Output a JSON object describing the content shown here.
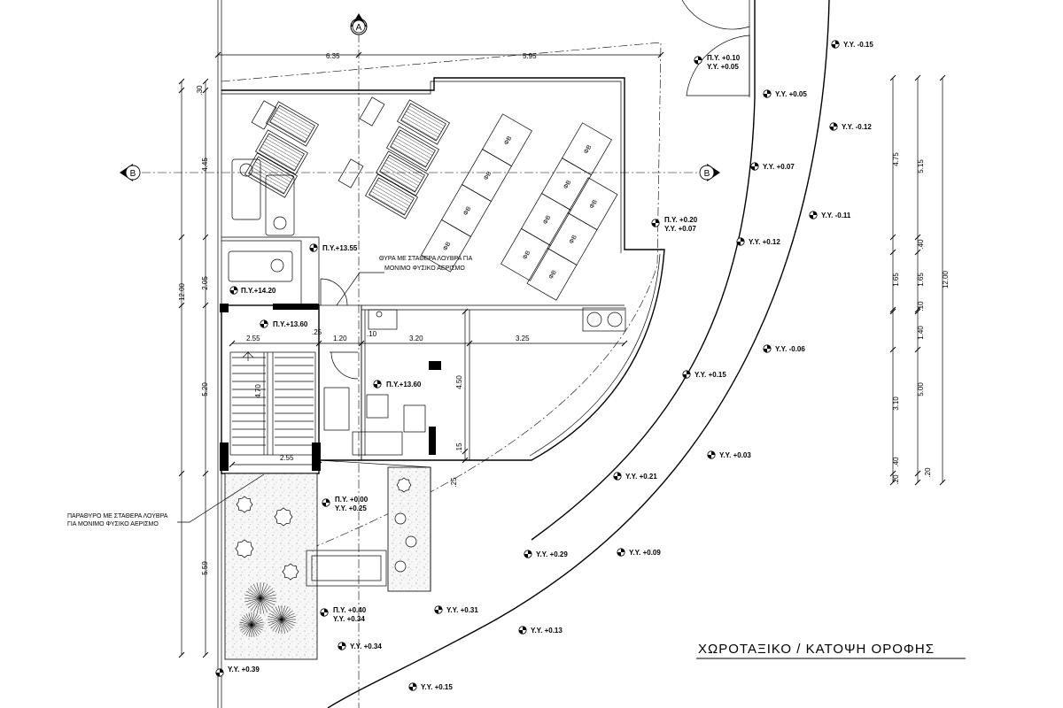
{
  "title": "ΧΩΡΟΤΑΞΙΚΟ / ΚΑΤΟΨΗ  ΟΡΟΦΗΣ",
  "section_markers": {
    "a": "A",
    "b_left": "B",
    "b_right": "B"
  },
  "notes": {
    "door_1": "ΘΥΡΑ ΜΕ ΣΤΑΘΕΡΑ ΛΟΥΒΡΑ ΓΙΑ",
    "door_2": "ΜΟΝΙΜΟ ΦΥΣΙΚΟ ΑΕΡΙΣΜΟ",
    "window_1": "ΠΑΡΑΘΥΡΟ ΜΕ ΣΤΑΘΕΡΑ ΛΟΥΒΡΑ",
    "window_2": "ΓΙΑ ΜΟΝΙΜΟ ΦΥΣΙΚΟ ΑΕΡΙΣΜΟ"
  },
  "solar_label": "ΦΒ",
  "levels": {
    "py_1355": "Π.Υ.+13.55",
    "py_1420": "Π.Υ.+14.20",
    "py_1360a": "Π.Υ.+13.60",
    "py_1360b": "Π.Υ.+13.60",
    "py_010": "Π.Υ. +0.10",
    "yy_005a": "Υ.Υ. +0.05",
    "py_020": "Π.Υ. +0.20",
    "yy_007a": "Υ.Υ. +0.07",
    "py_000": "Π.Υ. +0.00",
    "yy_025": "Υ.Υ. +0.25",
    "py_040": "Π.Υ. +0.40",
    "yy_034a": "Υ.Υ. +0.34"
  },
  "spot_levels": {
    "m015": "Υ.Υ. -0.15",
    "p005": "Υ.Υ. +0.05",
    "m012": "Υ.Υ. -0.12",
    "p007": "Υ.Υ. +0.07",
    "m011": "Υ.Υ. -0.11",
    "p012": "Υ.Υ. +0.12",
    "m006": "Υ.Υ. -0.06",
    "p015a": "Υ.Υ. +0.15",
    "p003": "Υ.Υ. +0.03",
    "p021": "Υ.Υ. +0.21",
    "p029": "Υ.Υ. +0.29",
    "p009": "Υ.Υ. +0.09",
    "p031": "Υ.Υ. +0.31",
    "p013": "Υ.Υ. +0.13",
    "p034": "Υ.Υ. +0.34",
    "p039": "Υ.Υ. +0.39",
    "p015b": "Υ.Υ. +0.15"
  },
  "dimensions": {
    "top_a": "6.35",
    "top_b": "5.95",
    "left_30": ".30",
    "left_445": "4.45",
    "left_205": "2.05",
    "left_1200": "12.00",
    "left_520": "5.20",
    "left_559": "5.59",
    "in_255a": "2.55",
    "in_120": "1.20",
    "in_320": "3.20",
    "in_325": "3.25",
    "in_25a": ".25",
    "in_10": ".10",
    "in_470": "4.70",
    "in_450": "4.50",
    "in_255b": "2.55",
    "in_15": ".15",
    "in_25b": ".25",
    "r_475": "4.75",
    "r_515": "5.15",
    "r_40a": ".40",
    "r_165a": "1.65",
    "r_165b": "1.65",
    "r_10": ".10",
    "r_140": "1.40",
    "r_500": "5.00",
    "r_310": "3.10",
    "r_1200": "12.00",
    "r_20a": ".20",
    "r_40b": ".40",
    "r_20b": ".20"
  }
}
